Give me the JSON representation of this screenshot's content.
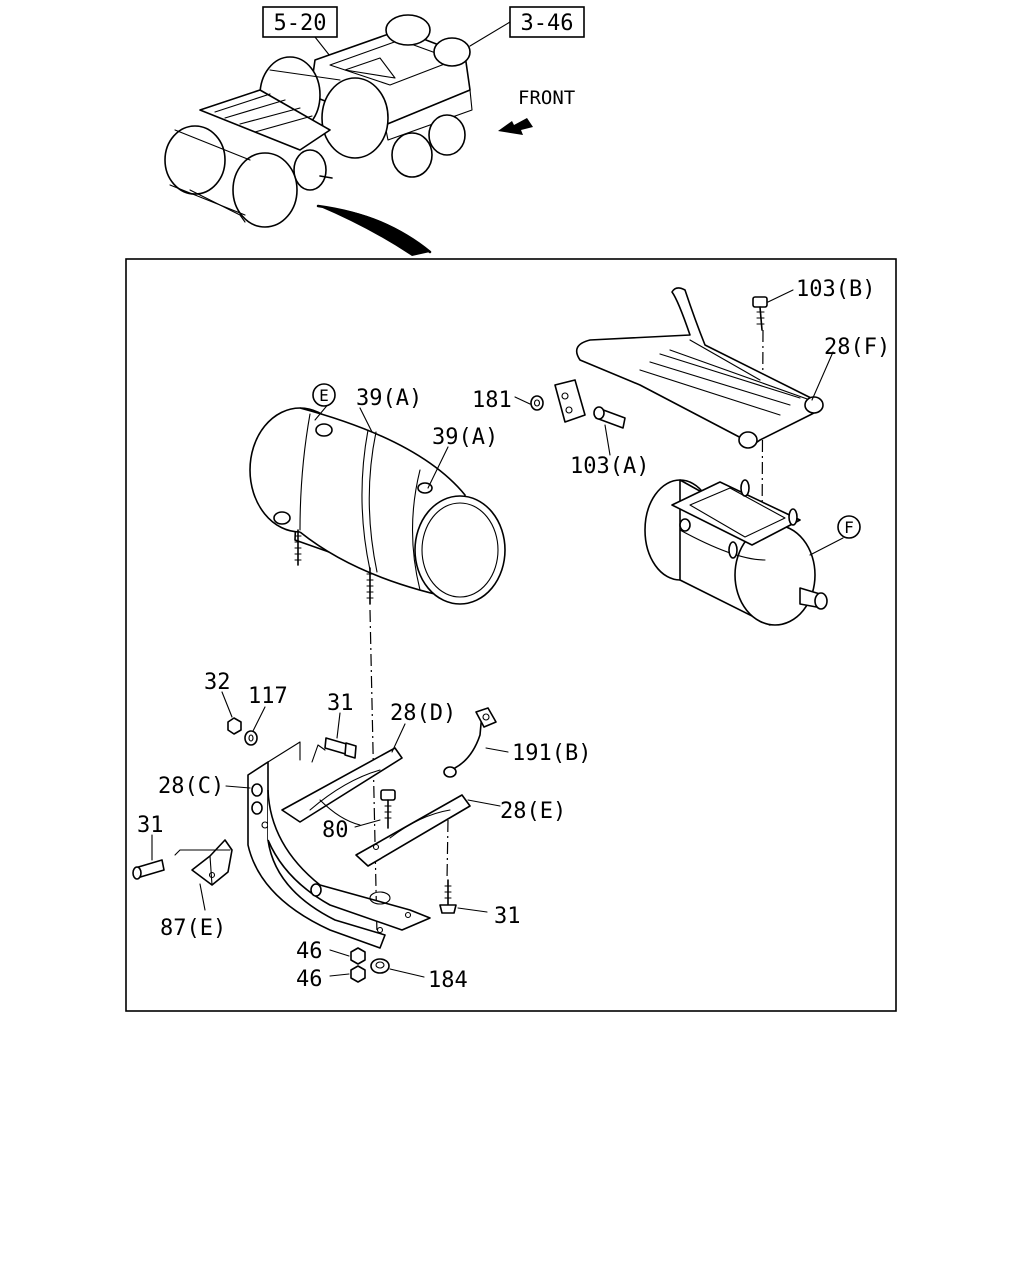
{
  "diagram": {
    "ref_boxes": [
      "5-20",
      "3-46"
    ],
    "direction_label": "FRONT",
    "callouts": {
      "E": "E",
      "F": "F"
    },
    "labels": {
      "l103B": "103(B)",
      "l28F": "28(F)",
      "l181": "181",
      "l103A": "103(A)",
      "l39A_1": "39(A)",
      "l39A_2": "39(A)",
      "l32": "32",
      "l117": "117",
      "l31_top": "31",
      "l28D": "28(D)",
      "l191B": "191(B)",
      "l28C": "28(C)",
      "l28E": "28(E)",
      "l80": "80",
      "l31_left": "31",
      "l31_right": "31",
      "l87E": "87(E)",
      "l46_1": "46",
      "l46_2": "46",
      "l184": "184"
    }
  }
}
